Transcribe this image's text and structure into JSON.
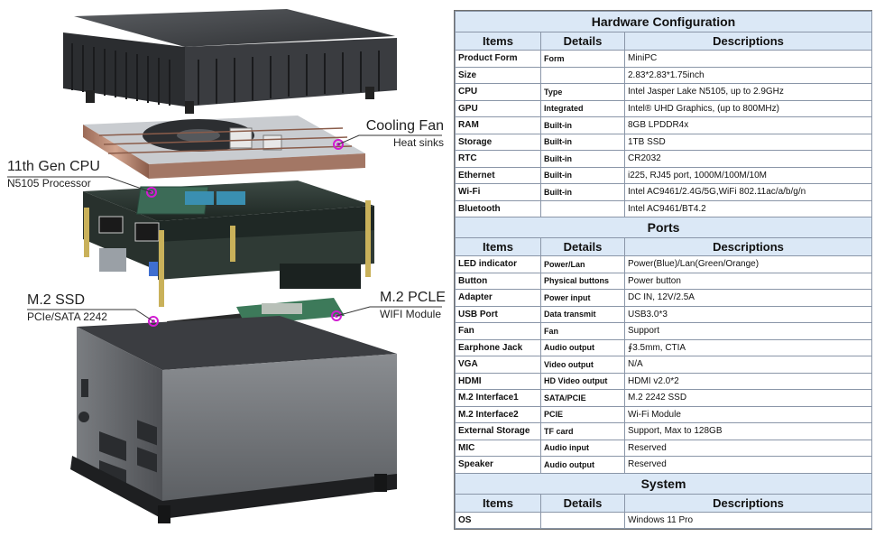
{
  "callouts": {
    "cooling_fan": {
      "title": "Cooling Fan",
      "subtitle": "Heat sinks"
    },
    "cpu": {
      "title": "11th Gen CPU",
      "subtitle": "N5105 Processor"
    },
    "ssd": {
      "title": "M.2 SSD",
      "subtitle": "PCIe/SATA 2242"
    },
    "pcle": {
      "title": "M.2 PCLE",
      "subtitle": "WIFI Module"
    }
  },
  "colors": {
    "header_fill": "#dbe8f6",
    "grid": "#8a96a8",
    "marker": "#d21bd2",
    "case_gray": "#6f7276",
    "copper": "#b0806a"
  },
  "sections": [
    {
      "title": "Hardware Configuration",
      "headers": [
        "Items",
        "Details",
        "Descriptions"
      ],
      "rows": [
        [
          "Product Form",
          "Form",
          "MiniPC"
        ],
        [
          "Size",
          "",
          "2.83*2.83*1.75inch"
        ],
        [
          "CPU",
          "Type",
          "Intel Jasper Lake N5105, up to 2.9GHz"
        ],
        [
          "GPU",
          "Integrated",
          "Intel® UHD Graphics, (up to 800MHz)"
        ],
        [
          "RAM",
          "Built-in",
          "8GB LPDDR4x"
        ],
        [
          "Storage",
          "Built-in",
          "1TB SSD"
        ],
        [
          "RTC",
          "Built-in",
          "CR2032"
        ],
        [
          "Ethernet",
          "Built-in",
          "i225, RJ45 port, 1000M/100M/10M"
        ],
        [
          "Wi-Fi",
          "Built-in",
          "Intel AC9461/2.4G/5G,WiFi 802.11ac/a/b/g/n"
        ],
        [
          "Bluetooth",
          "",
          "Intel AC9461/BT4.2"
        ]
      ]
    },
    {
      "title": "Ports",
      "headers": [
        "Items",
        "Details",
        "Descriptions"
      ],
      "rows": [
        [
          "LED indicator",
          "Power/Lan",
          "Power(Blue)/Lan(Green/Orange)"
        ],
        [
          "Button",
          "Physical buttons",
          "Power button"
        ],
        [
          "Adapter",
          "Power input",
          "DC IN, 12V/2.5A"
        ],
        [
          "USB Port",
          "Data transmit",
          "USB3.0*3"
        ],
        [
          "Fan",
          "Fan",
          "Support"
        ],
        [
          "Earphone Jack",
          "Audio output",
          "∮3.5mm,  CTIA"
        ],
        [
          "VGA",
          "Video output",
          "N/A"
        ],
        [
          "HDMI",
          "HD Video output",
          "HDMI v2.0*2"
        ],
        [
          "M.2 Interface1",
          "SATA/PCIE",
          "M.2 2242 SSD"
        ],
        [
          "M.2 Interface2",
          "PCIE",
          "Wi-Fi Module"
        ],
        [
          "External Storage",
          "TF card",
          "Support, Max to 128GB"
        ],
        [
          "MIC",
          "Audio input",
          "Reserved"
        ],
        [
          "Speaker",
          "Audio output",
          "Reserved"
        ]
      ]
    },
    {
      "title": "System",
      "headers": [
        "Items",
        "Details",
        "Descriptions"
      ],
      "rows": [
        [
          "OS",
          "",
          "Windows 11 Pro"
        ]
      ]
    }
  ]
}
